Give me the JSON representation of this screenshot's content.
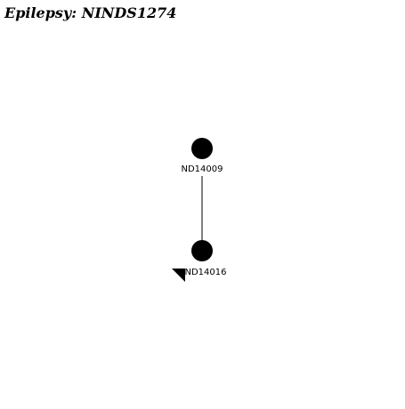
{
  "title": "Epilepsy: NINDS1274",
  "colors": {
    "affected": "#000000",
    "line": "#000000",
    "background": "#ffffff"
  },
  "individuals": [
    {
      "id": "ND14009",
      "status": "affected",
      "shape": "circle",
      "proband": false
    },
    {
      "id": "ND14016",
      "status": "affected",
      "shape": "circle",
      "proband": true
    }
  ],
  "relationships": [
    {
      "parent": "ND14009",
      "child": "ND14016",
      "type": "parent-child"
    }
  ]
}
